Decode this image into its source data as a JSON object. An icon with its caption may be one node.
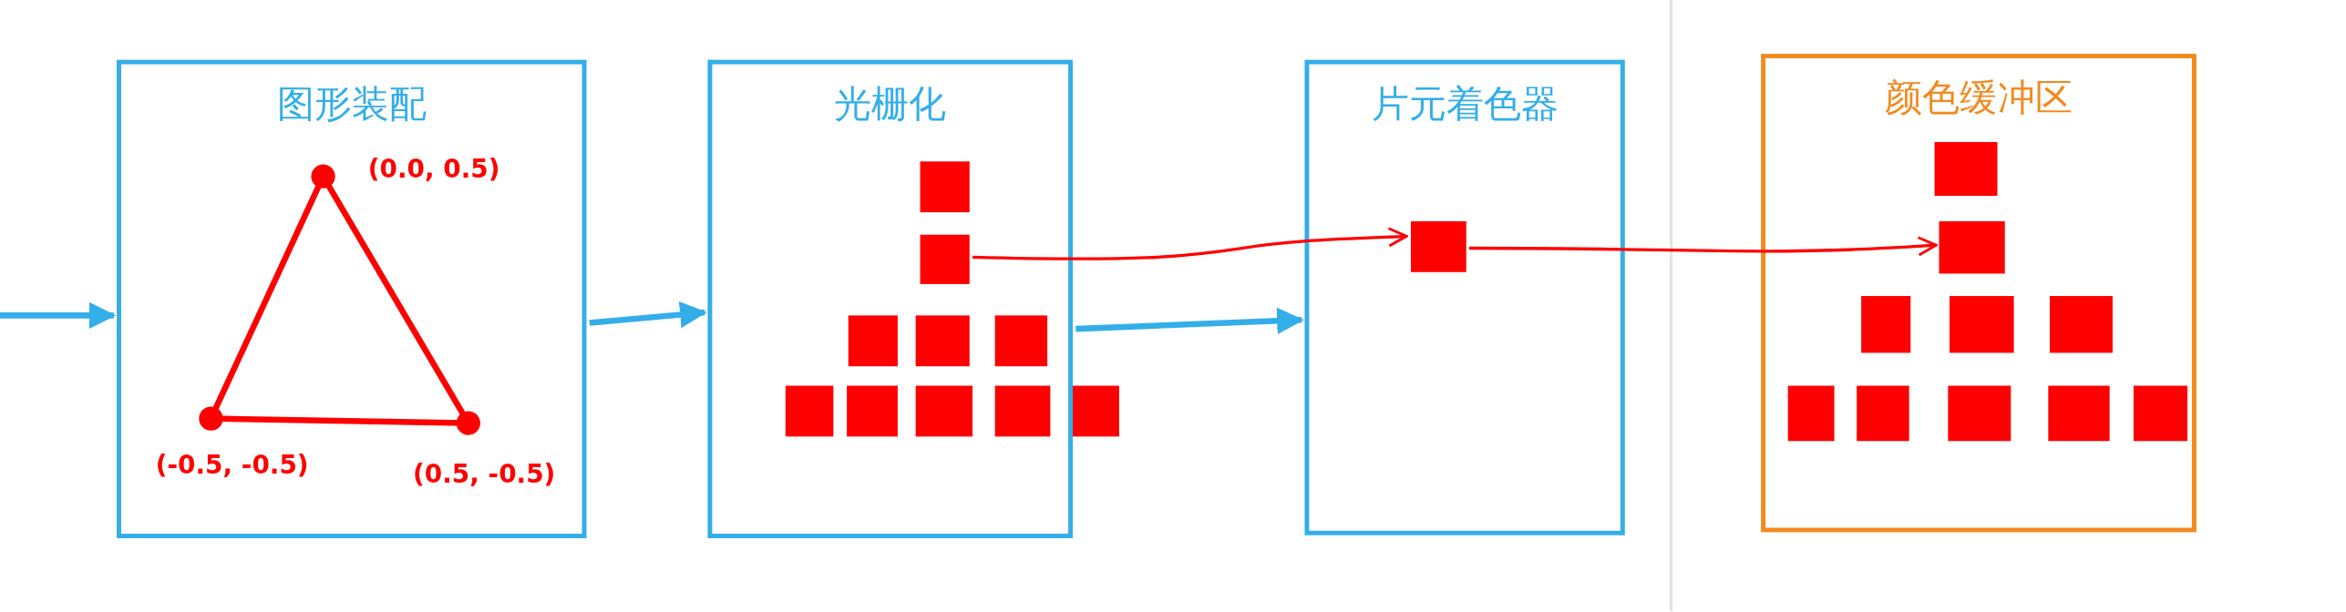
{
  "diagram": {
    "nodes": [
      {
        "text": [
          "图形装配"
        ]
      },
      {
        "text": [
          "光栅化"
        ]
      },
      {
        "text": [],
        "shape": "box",
        "in": 1
      },
      {
        "text": [
          "片元着色器"
        ]
      },
      {
        "text": [],
        "shape": "box",
        "in": 3
      },
      {
        "text": [
          "颜色缓冲区"
        ]
      },
      {
        "text": [],
        "shape": "box",
        "in": 5
      }
    ],
    "edges": [
      {
        "from": null,
        "to": 0,
        "arrow": "to"
      },
      {
        "from": 0,
        "to": 1,
        "arrow": "to"
      },
      {
        "from": 1,
        "to": 3,
        "arrow": "to"
      },
      {
        "from": 2,
        "to": 4,
        "arrow": "to",
        "color": "#ff0000"
      },
      {
        "from": 4,
        "to": 6,
        "arrow": "to",
        "color": "#ff0000"
      }
    ],
    "labels": [
      "(0.0, 0.5)",
      "(-0.5, -0.5)",
      "(0.5, -0.5)"
    ]
  }
}
